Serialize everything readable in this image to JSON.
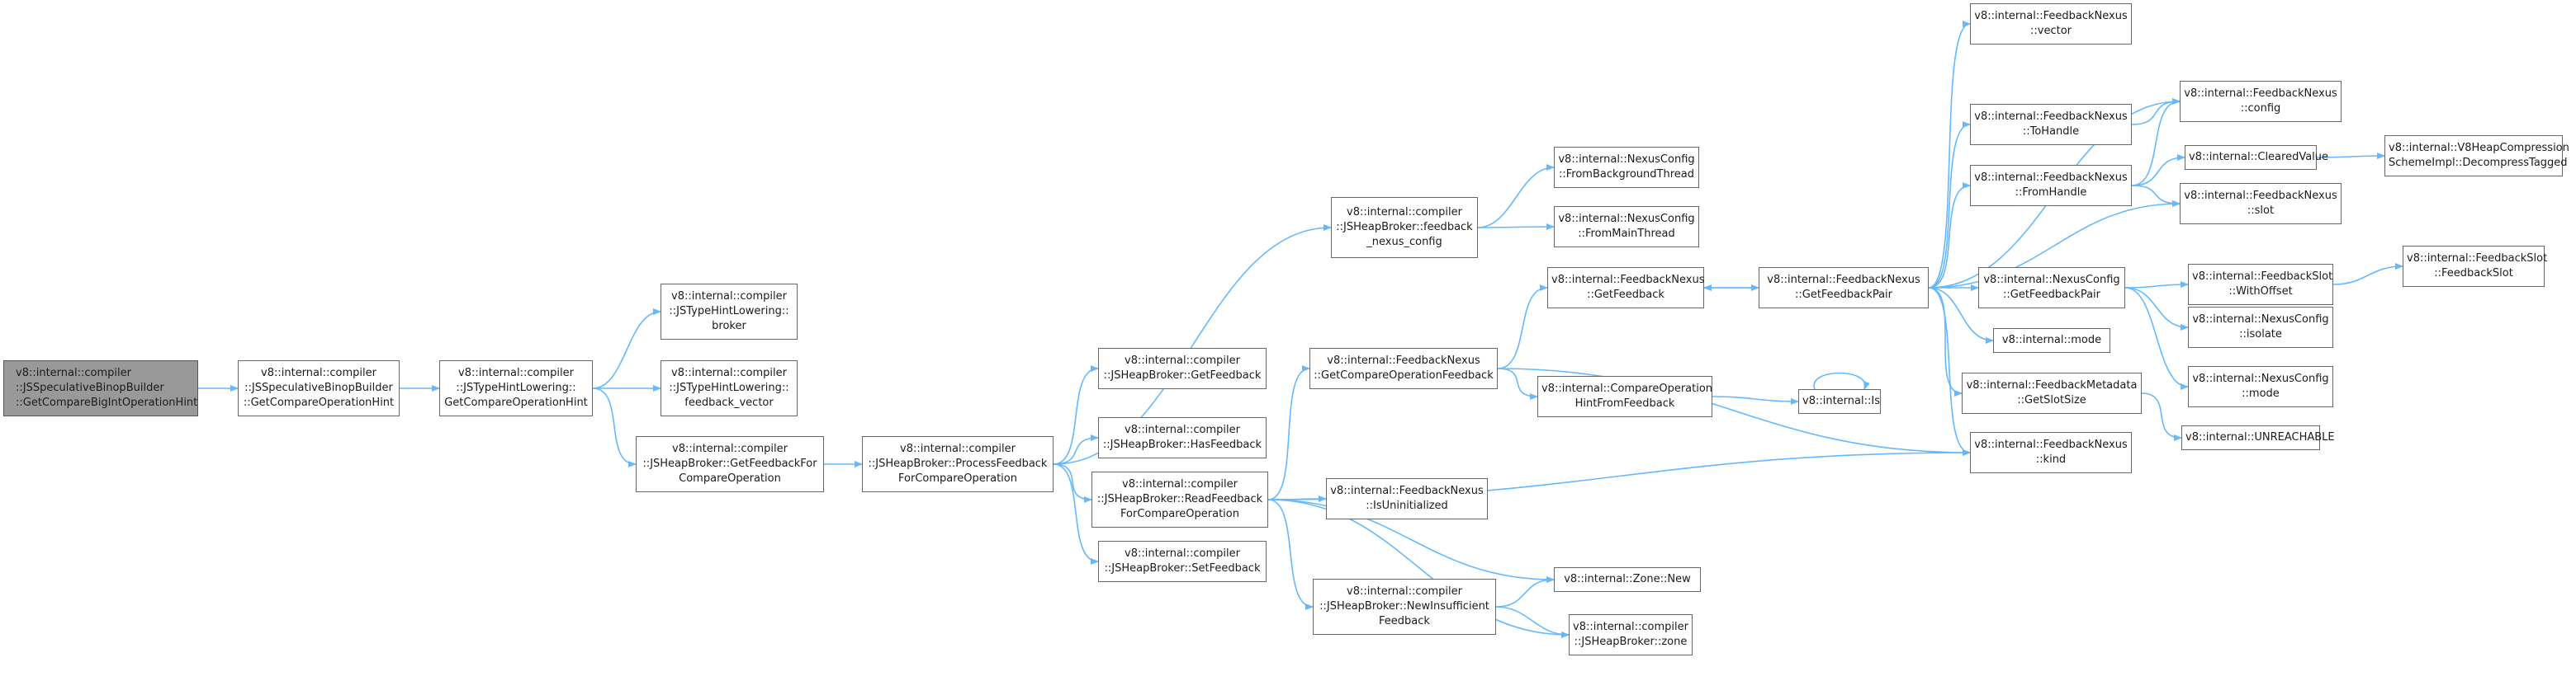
{
  "colors": {
    "edge": "#63b8ff",
    "node_border": "#666666",
    "root_fill": "#999999"
  },
  "nodes": [
    {
      "id": "n0",
      "lines": [
        "v8::internal::compiler",
        "::JSSpeculativeBinopBuilder",
        "::GetCompareBigIntOperationHint"
      ]
    },
    {
      "id": "n1",
      "lines": [
        "v8::internal::compiler",
        "::JSSpeculativeBinopBuilder",
        "::GetCompareOperationHint"
      ]
    },
    {
      "id": "n2",
      "lines": [
        "v8::internal::compiler",
        "::JSTypeHintLowering::",
        "GetCompareOperationHint"
      ]
    },
    {
      "id": "n3",
      "lines": [
        "v8::internal::compiler",
        "::JSTypeHintLowering::",
        "broker"
      ]
    },
    {
      "id": "n4",
      "lines": [
        "v8::internal::compiler",
        "::JSTypeHintLowering::",
        "feedback_vector"
      ]
    },
    {
      "id": "n5",
      "lines": [
        "v8::internal::compiler",
        "::JSHeapBroker::GetFeedbackFor",
        "CompareOperation"
      ]
    },
    {
      "id": "n6",
      "lines": [
        "v8::internal::compiler",
        "::JSHeapBroker::ProcessFeedback",
        "ForCompareOperation"
      ]
    },
    {
      "id": "n7",
      "lines": [
        "v8::internal::compiler",
        "::JSHeapBroker::GetFeedback"
      ]
    },
    {
      "id": "n8",
      "lines": [
        "v8::internal::compiler",
        "::JSHeapBroker::HasFeedback"
      ]
    },
    {
      "id": "n9",
      "lines": [
        "v8::internal::compiler",
        "::JSHeapBroker::ReadFeedback",
        "ForCompareOperation"
      ]
    },
    {
      "id": "n10",
      "lines": [
        "v8::internal::compiler",
        "::JSHeapBroker::SetFeedback"
      ]
    },
    {
      "id": "n11",
      "lines": [
        "v8::internal::compiler",
        "::JSHeapBroker::feedback",
        "_nexus_config"
      ]
    },
    {
      "id": "n12",
      "lines": [
        "v8::internal::FeedbackNexus",
        "::GetCompareOperationFeedback"
      ]
    },
    {
      "id": "n13",
      "lines": [
        "v8::internal::FeedbackNexus",
        "::IsUninitialized"
      ]
    },
    {
      "id": "n14",
      "lines": [
        "v8::internal::compiler",
        "::JSHeapBroker::NewInsufficient",
        "Feedback"
      ]
    },
    {
      "id": "n15",
      "lines": [
        "v8::internal::NexusConfig",
        "::FromBackgroundThread"
      ]
    },
    {
      "id": "n16",
      "lines": [
        "v8::internal::NexusConfig",
        "::FromMainThread"
      ]
    },
    {
      "id": "n17",
      "lines": [
        "v8::internal::FeedbackNexus",
        "::GetFeedback"
      ]
    },
    {
      "id": "n18",
      "lines": [
        "v8::internal::CompareOperation",
        "HintFromFeedback"
      ]
    },
    {
      "id": "n19",
      "lines": [
        "v8::internal::Zone::New"
      ]
    },
    {
      "id": "n20",
      "lines": [
        "v8::internal::compiler",
        "::JSHeapBroker::zone"
      ]
    },
    {
      "id": "n21",
      "lines": [
        "v8::internal::FeedbackNexus",
        "::GetFeedbackPair"
      ]
    },
    {
      "id": "n22",
      "lines": [
        "v8::internal::Is"
      ]
    },
    {
      "id": "n23",
      "lines": [
        "v8::internal::FeedbackNexus",
        "::vector"
      ]
    },
    {
      "id": "n24",
      "lines": [
        "v8::internal::FeedbackNexus",
        "::ToHandle"
      ]
    },
    {
      "id": "n25",
      "lines": [
        "v8::internal::FeedbackNexus",
        "::FromHandle"
      ]
    },
    {
      "id": "n26",
      "lines": [
        "v8::internal::NexusConfig",
        "::GetFeedbackPair"
      ]
    },
    {
      "id": "n27",
      "lines": [
        "v8::internal::mode"
      ]
    },
    {
      "id": "n28",
      "lines": [
        "v8::internal::FeedbackMetadata",
        "::GetSlotSize"
      ]
    },
    {
      "id": "n29",
      "lines": [
        "v8::internal::FeedbackNexus",
        "::kind"
      ]
    },
    {
      "id": "n30",
      "lines": [
        "v8::internal::FeedbackNexus",
        "::config"
      ]
    },
    {
      "id": "n31",
      "lines": [
        "v8::internal::ClearedValue"
      ]
    },
    {
      "id": "n32",
      "lines": [
        "v8::internal::FeedbackNexus",
        "::slot"
      ]
    },
    {
      "id": "n33",
      "lines": [
        "v8::internal::FeedbackSlot",
        "::WithOffset"
      ]
    },
    {
      "id": "n34",
      "lines": [
        "v8::internal::NexusConfig",
        "::isolate"
      ]
    },
    {
      "id": "n35",
      "lines": [
        "v8::internal::NexusConfig",
        "::mode"
      ]
    },
    {
      "id": "n36",
      "lines": [
        "v8::internal::UNREACHABLE"
      ]
    },
    {
      "id": "n37",
      "lines": [
        "v8::internal::V8HeapCompression",
        "SchemeImpl::DecompressTagged"
      ]
    },
    {
      "id": "n38",
      "lines": [
        "v8::internal::FeedbackSlot",
        "::FeedbackSlot"
      ]
    }
  ],
  "edges": [
    [
      "n0",
      "n1"
    ],
    [
      "n1",
      "n2"
    ],
    [
      "n2",
      "n3"
    ],
    [
      "n2",
      "n4"
    ],
    [
      "n2",
      "n5"
    ],
    [
      "n5",
      "n6"
    ],
    [
      "n6",
      "n7"
    ],
    [
      "n6",
      "n8"
    ],
    [
      "n6",
      "n9"
    ],
    [
      "n6",
      "n10"
    ],
    [
      "n6",
      "n11"
    ],
    [
      "n9",
      "n12"
    ],
    [
      "n9",
      "n13"
    ],
    [
      "n9",
      "n14"
    ],
    [
      "n9",
      "n19"
    ],
    [
      "n9",
      "n20"
    ],
    [
      "n9",
      "n29"
    ],
    [
      "n11",
      "n15"
    ],
    [
      "n11",
      "n16"
    ],
    [
      "n12",
      "n17"
    ],
    [
      "n12",
      "n18"
    ],
    [
      "n12",
      "n29"
    ],
    [
      "n14",
      "n19"
    ],
    [
      "n14",
      "n20"
    ],
    [
      "n17",
      "n21"
    ],
    [
      "n18",
      "n22"
    ],
    [
      "n22",
      "n22"
    ],
    [
      "n21",
      "n17"
    ],
    [
      "n21",
      "n23"
    ],
    [
      "n21",
      "n30"
    ],
    [
      "n21",
      "n24"
    ],
    [
      "n21",
      "n25"
    ],
    [
      "n21",
      "n32"
    ],
    [
      "n21",
      "n26"
    ],
    [
      "n21",
      "n27"
    ],
    [
      "n21",
      "n28"
    ],
    [
      "n21",
      "n29"
    ],
    [
      "n24",
      "n30"
    ],
    [
      "n25",
      "n30"
    ],
    [
      "n25",
      "n31"
    ],
    [
      "n25",
      "n32"
    ],
    [
      "n31",
      "n37"
    ],
    [
      "n26",
      "n33"
    ],
    [
      "n26",
      "n34"
    ],
    [
      "n26",
      "n35"
    ],
    [
      "n33",
      "n38"
    ],
    [
      "n28",
      "n36"
    ]
  ]
}
